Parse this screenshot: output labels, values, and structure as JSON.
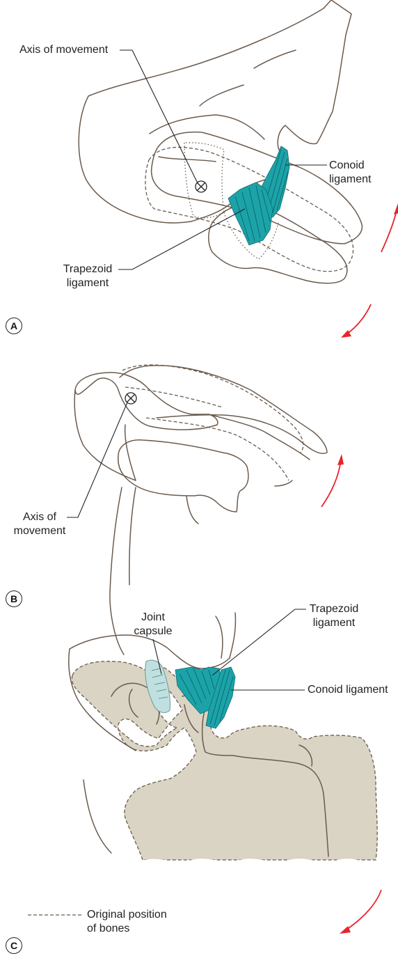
{
  "panels": {
    "a": {
      "badge": "A",
      "axis_label": "Axis of movement",
      "conoid_label": "Conoid\nligament",
      "trapezoid_label": "Trapezoid\nligament"
    },
    "b": {
      "badge": "B",
      "axis_label": "Axis of\nmovement"
    },
    "c": {
      "badge": "C",
      "capsule_label": "Joint\ncapsule",
      "trapezoid_label": "Trapezoid\nligament",
      "conoid_label": "Conoid ligament",
      "legend_label": "Original position\nof bones"
    }
  },
  "colors": {
    "ligament": "#1ba3a8",
    "bone_outline": "#6b5a4c",
    "bone_fill": "#d9d4c4",
    "arrow": "#e8242c",
    "capsule": "#bfe0df"
  }
}
